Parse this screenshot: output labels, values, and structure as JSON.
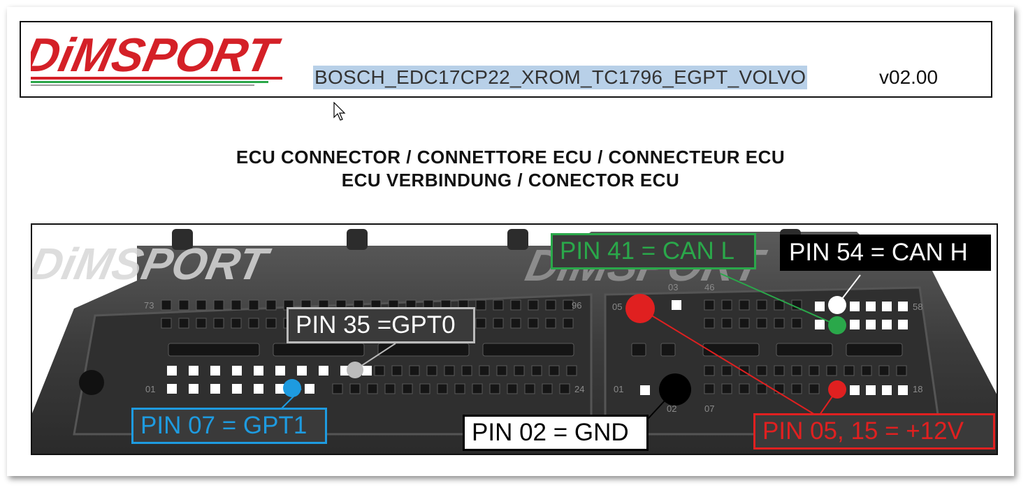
{
  "header": {
    "logo_text": "DiMSPORT",
    "document_title": "BOSCH_EDC17CP22_XROM_TC1796_EGPT_VOLVO",
    "version": "v02.00"
  },
  "headings": {
    "line1": "ECU CONNECTOR / CONNETTORE ECU / CONNECTEUR ECU",
    "line2": "ECU VERBINDUNG / CONECTOR ECU"
  },
  "connector": {
    "pin_numbers": {
      "left_top_start": "73",
      "left_top_end": "96",
      "left_bottom_start": "01",
      "left_bottom_end": "24",
      "right_top_a": "05",
      "right_top_b": "03",
      "right_top_c": "46",
      "right_top_end": "58",
      "right_bottom_a": "01",
      "right_bottom_b": "02",
      "right_bottom_c": "07",
      "right_bottom_end": "18"
    },
    "labels": {
      "gpt0": "PIN 35 =GPT0",
      "gpt1": "PIN 07 = GPT1",
      "gnd": "PIN 02 = GND",
      "can_l": "PIN 41 = CAN L",
      "can_h": "PIN 54 = CAN H",
      "power": "PIN 05, 15 = +12V"
    }
  },
  "colors": {
    "brand_red": "#d42027",
    "gpt1": "#1e9be0",
    "can_l": "#2aa84a",
    "power": "#e02020",
    "gnd": "#000000",
    "can_h": "#ffffff",
    "gpt0": "#bbbbbb",
    "selection": "#b8d0e8"
  }
}
